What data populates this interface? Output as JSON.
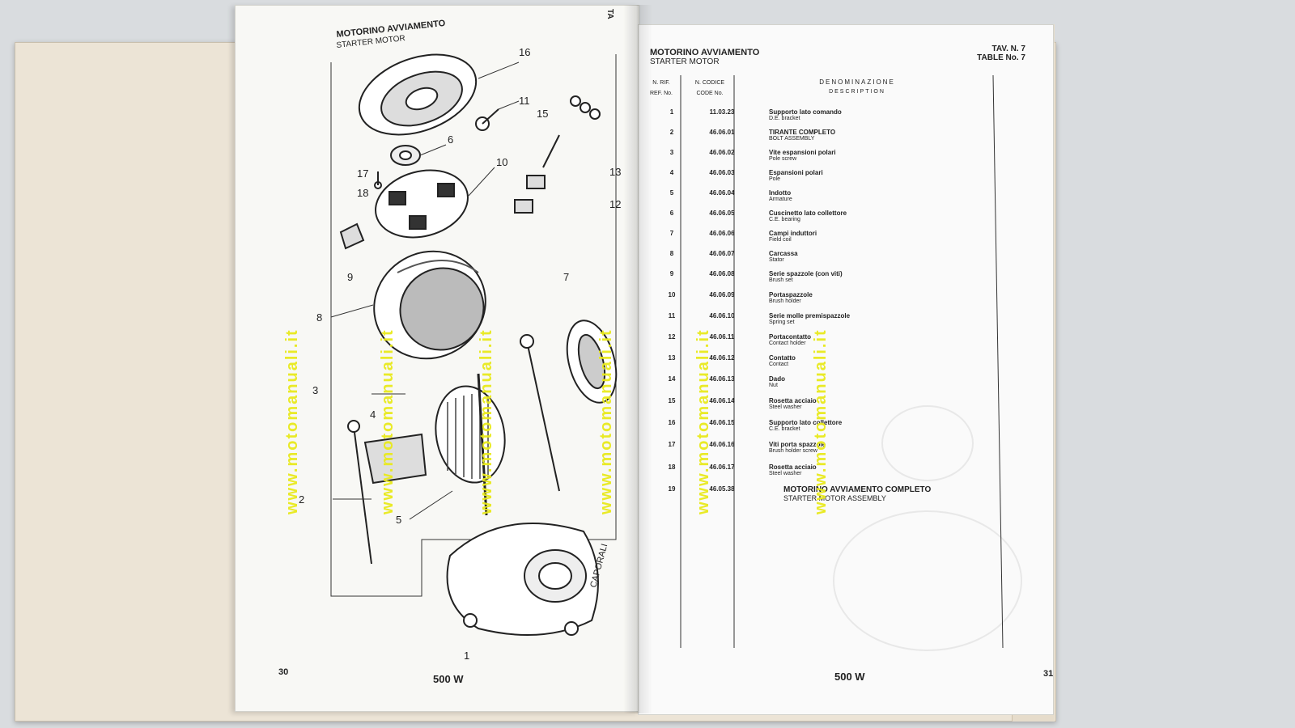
{
  "left_page": {
    "title_it": "MOTORINO AVVIAMENTO",
    "title_en": "STARTER MOTOR",
    "page_number": "30",
    "model": "500 W",
    "corner_text": "TA",
    "callouts": [
      "16",
      "11",
      "15",
      "6",
      "10",
      "17",
      "18",
      "13",
      "12",
      "9",
      "8",
      "7",
      "3",
      "4",
      "2",
      "5",
      "1"
    ],
    "diagram_signature": "CAPORALI"
  },
  "right_page": {
    "title_it": "MOTORINO AVVIAMENTO",
    "title_en": "STARTER MOTOR",
    "table_it": "TAV. N. 7",
    "table_en": "TABLE No. 7",
    "page_number": "31",
    "model": "500 W",
    "headers": {
      "ref_it": "N. RIF.",
      "ref_en": "REF. No.",
      "code_it": "N. CODICE",
      "code_en": "CODE No.",
      "desc_it": "DENOMINAZIONE",
      "desc_en": "DESCRIPTION"
    },
    "parts": [
      {
        "ref": "1",
        "code": "11.03.23",
        "it": "Supporto lato comando",
        "en": "D.E. bracket"
      },
      {
        "ref": "2",
        "code": "46.06.01",
        "it": "TIRANTE COMPLETO",
        "en": "BOLT ASSEMBLY"
      },
      {
        "ref": "3",
        "code": "46.06.02",
        "it": "Vite espansioni polari",
        "en": "Pole screw"
      },
      {
        "ref": "4",
        "code": "46.06.03",
        "it": "Espansioni polari",
        "en": "Pole"
      },
      {
        "ref": "5",
        "code": "46.06.04",
        "it": "Indotto",
        "en": "Armature"
      },
      {
        "ref": "6",
        "code": "46.06.05",
        "it": "Cuscinetto lato collettore",
        "en": "C.E. bearing"
      },
      {
        "ref": "7",
        "code": "46.06.06",
        "it": "Campi induttori",
        "en": "Field coil"
      },
      {
        "ref": "8",
        "code": "46.06.07",
        "it": "Carcassa",
        "en": "Stator"
      },
      {
        "ref": "9",
        "code": "46.06.08",
        "it": "Serie spazzole (con viti)",
        "en": "Brush set"
      },
      {
        "ref": "10",
        "code": "46.06.09",
        "it": "Portaspazzole",
        "en": "Brush holder"
      },
      {
        "ref": "11",
        "code": "46.06.10",
        "it": "Serie molle premispazzole",
        "en": "Spring set"
      },
      {
        "ref": "12",
        "code": "46.06.11",
        "it": "Portacontatto",
        "en": "Contact holder"
      },
      {
        "ref": "13",
        "code": "46.06.12",
        "it": "Contatto",
        "en": "Contact"
      },
      {
        "ref": "14",
        "code": "46.06.13",
        "it": "Dado",
        "en": "Nut"
      },
      {
        "ref": "15",
        "code": "46.06.14",
        "it": "Rosetta acciaio",
        "en": "Steel washer"
      },
      {
        "ref": "16",
        "code": "46.06.15",
        "it": "Supporto lato collettore",
        "en": "C.E. bracket"
      },
      {
        "ref": "17",
        "code": "46.06.16",
        "it": "Viti porta spazzole",
        "en": "Brush holder screw"
      },
      {
        "ref": "18",
        "code": "46.06.17",
        "it": "Rosetta acciaio",
        "en": "Steel washer"
      },
      {
        "ref": "19",
        "code": "46.05.38",
        "it": "MOTORINO AVVIAMENTO COMPLETO",
        "en": "STARTER MOTOR ASSEMBLY"
      }
    ]
  },
  "watermark": "www.motomanuali.it",
  "colors": {
    "watermark": "#e9ea1c",
    "ink": "#222222",
    "paper": "#f8f8f5",
    "cover": "#ece4d6"
  }
}
